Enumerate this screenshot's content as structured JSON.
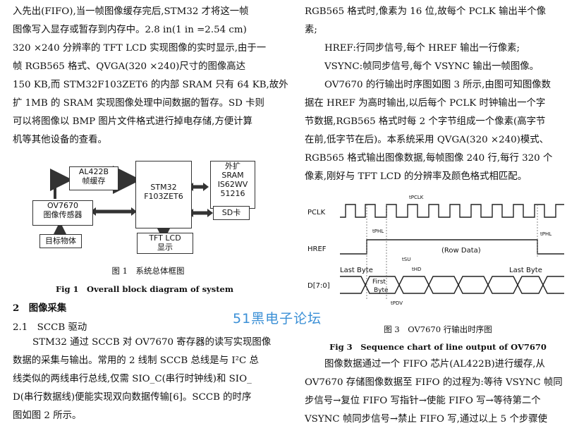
{
  "left": {
    "para1": [
      "入先出(FIFO),当一帧图像缓存完后,STM32 才将这一帧",
      "图像写入显存或暂存到内存中。2.8 in(1 in =2.54 cm)",
      "320 ×240 分辨率的 TFT LCD 实现图像的实时显示,由于一",
      "帧 RGB565 格式、QVGA(320 ×240)尺寸的图像高达",
      "150 KB,而 STM32F103ZET6 的内部 SRAM 只有 64 KB,故外",
      "扩 1MB 的 SRAM 实现图像处理中间数据的暂存。SD 卡则",
      "可以将图像以 BMP 图片文件格式进行掉电存储,方便计算",
      "机等其他设备的查看。"
    ],
    "fig1": {
      "al422b": [
        "AL422B",
        "帧缓存"
      ],
      "stm32": [
        "STM32",
        "F103ZET6"
      ],
      "sram": [
        "外扩",
        "SRAM",
        "IS62WV",
        "51216"
      ],
      "ov7670": [
        "OV7670",
        "图像传感器"
      ],
      "sdcard": "SD卡",
      "target": "目标物体",
      "tftlcd": [
        "TFT LCD",
        "显示"
      ],
      "caption_zh": "图 1　系统总体框图",
      "caption_en": "Fig 1　Overall block diagram of system"
    },
    "section2": "2　图像采集",
    "section21": "2.1　SCCB 驱动",
    "para2": [
      "STM32 通过 SCCB 对 OV7670 寄存器的读写实现图像",
      "数据的采集与输出。常用的 2 线制 SCCB 总线是与 I²C 总",
      "线类似的两线串行总线,仅需 SIO_C(串行时钟线)和 SIO_",
      "D(串行数据线)便能实现双向数据传输[6]。SCCB 的时序",
      "图如图 2 所示。"
    ]
  },
  "right": {
    "para1": [
      "RGB565 格式时,像素为 16 位,故每个 PCLK 输出半个像",
      "素;",
      "HREF:行同步信号,每个 HREF 输出一行像素;",
      "VSYNC:帧同步信号,每个 VSYNC 输出一帧图像。",
      "OV7670 的行输出时序图如图 3 所示,由图可知图像数",
      "据在 HREF 为高时输出,以后每个 PCLK 时钟输出一个字",
      "节数据,RGB565 格式时每 2 个字节组成一个像素(高字节",
      "在前,低字节在后)。本系统采用 QVGA(320 ×240)模式、",
      "RGB565 格式输出图像数据,每帧图像 240 行,每行 320 个",
      "像素,刚好与 TFT LCD 的分辨率及颜色格式相匹配。"
    ],
    "fig3": {
      "pclk": "PCLK",
      "href": "HREF",
      "data": "D[7:0]",
      "tpclk": "tPCLK",
      "tphl": "tPHL",
      "tphl2": "tPHL",
      "tsu": "tSU",
      "thd": "tHD",
      "tpdv": "tPDV",
      "rowdata": "(Row Data)",
      "lastbyte1": "Last Byte",
      "lastbyte2": "Last Byte",
      "firstbyte": [
        "First",
        "Byte"
      ],
      "caption_zh": "图 3　OV7670 行输出时序图",
      "caption_en": "Fig 3　Sequence chart of line output of OV7670"
    },
    "para2": [
      "图像数据通过一个 FIFO 芯片(AL422B)进行缓存,从",
      "OV7670 存储图像数据至 FIFO 的过程为:等待 VSYNC 帧同",
      "步信号→复位 FIFO 写指针→使能 FIFO 写→等待第二个",
      "VSYNC 帧同步信号→禁止 FIFO 写,通过以上 5 个步骤使"
    ]
  },
  "watermark": "51黑电子论坛"
}
